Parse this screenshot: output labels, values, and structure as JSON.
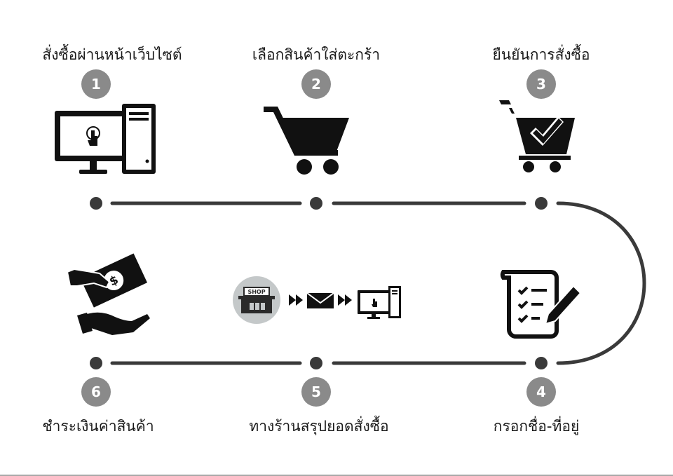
{
  "steps": [
    {
      "number": "1",
      "label": "สั่งซื้อผ่านหน้าเว็บไซต์",
      "icon": "desktop-computer-icon"
    },
    {
      "number": "2",
      "label": "เลือกสินค้าใส่ตะกร้า",
      "icon": "shopping-cart-icon"
    },
    {
      "number": "3",
      "label": "ยืนยันการสั่งซื้อ",
      "icon": "cart-checkmark-icon"
    },
    {
      "number": "4",
      "label": "กรอกชื่อ-ที่อยู่",
      "icon": "checklist-pen-icon"
    },
    {
      "number": "5",
      "label": "ทางร้านสรุปยอดสั่งซื้อ",
      "icon": "shop-mail-computer-icon"
    },
    {
      "number": "6",
      "label": "ชำระเงินค่าสินค้า",
      "icon": "hand-pay-money-icon"
    }
  ],
  "shop_sign": "SHOP",
  "colors": {
    "line": "#3a3a3a",
    "badge": "#8a8a8a",
    "icon": "#111111",
    "shop_circle": "#c4c8c9"
  }
}
